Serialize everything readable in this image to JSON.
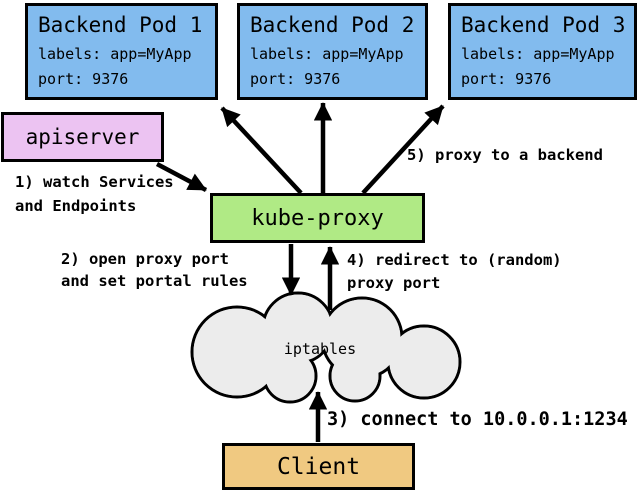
{
  "nodes": {
    "pods": [
      {
        "title": "Backend Pod 1",
        "labels": "labels: app=MyApp",
        "port": "port: 9376"
      },
      {
        "title": "Backend Pod 2",
        "labels": "labels: app=MyApp",
        "port": "port: 9376"
      },
      {
        "title": "Backend Pod 3",
        "labels": "labels: app=MyApp",
        "port": "port: 9376"
      }
    ],
    "apiserver": {
      "label": "apiserver"
    },
    "kube_proxy": {
      "label": "kube-proxy"
    },
    "iptables": {
      "label": "iptables"
    },
    "client": {
      "label": "Client"
    }
  },
  "steps": {
    "step1": {
      "line1": "1) watch Services",
      "line2": "and Endpoints"
    },
    "step2": {
      "line1": "2) open proxy port",
      "line2": "and set portal rules"
    },
    "step3": {
      "line1": "3) connect to 10.0.0.1:1234"
    },
    "step4": {
      "line1": "4) redirect to (random)",
      "line2": "proxy port"
    },
    "step5": {
      "line1": "5) proxy to a backend"
    }
  },
  "colors": {
    "pod_fill": "#82bbee",
    "apiserver_fill": "#ecc3f2",
    "kube_proxy_fill": "#b0ea85",
    "client_fill": "#f0c981",
    "cloud_fill": "#ececec",
    "line": "#000000",
    "text": "#000000"
  }
}
